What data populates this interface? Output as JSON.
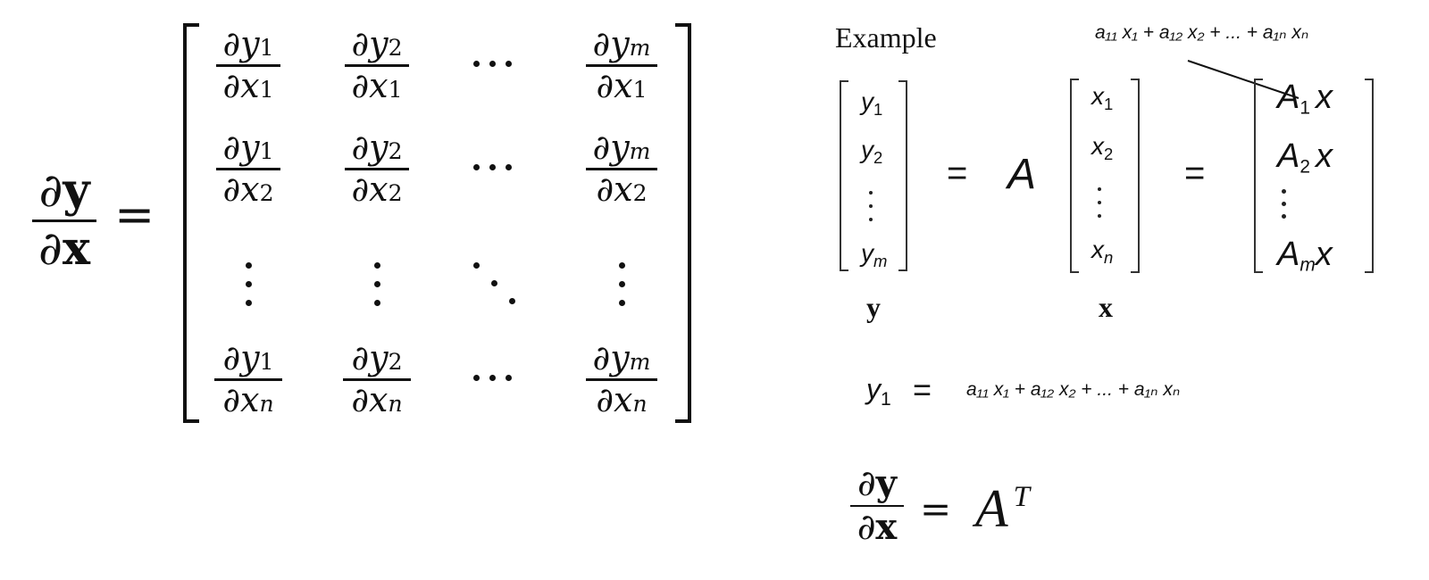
{
  "lhs": {
    "partial": "∂",
    "y": "y",
    "x": "x",
    "eq": "="
  },
  "matrix": {
    "rows": [
      [
        {
          "num_y": "y",
          "num_sub": "1",
          "den_sub": "1"
        },
        {
          "num_y": "y",
          "num_sub": "2",
          "den_sub": "1"
        },
        {
          "num_y": "y",
          "num_sub": "m",
          "den_sub": "1"
        }
      ],
      [
        {
          "num_y": "y",
          "num_sub": "1",
          "den_sub": "2"
        },
        {
          "num_y": "y",
          "num_sub": "2",
          "den_sub": "2"
        },
        {
          "num_y": "y",
          "num_sub": "m",
          "den_sub": "2"
        }
      ],
      [
        {
          "num_y": "y",
          "num_sub": "1",
          "den_sub": "n"
        },
        {
          "num_y": "y",
          "num_sub": "2",
          "den_sub": "n"
        },
        {
          "num_y": "y",
          "num_sub": "m",
          "den_sub": "n"
        }
      ]
    ],
    "x_var": "x",
    "partial": "∂"
  },
  "example": {
    "title": "Example",
    "annotation": "a₁₁ x₁ + a₁₂ x₂ + ... + a₁ₙ xₙ",
    "y_vec": {
      "entries": [
        "y",
        "y",
        "y"
      ],
      "subs": [
        "1",
        "2",
        "m"
      ],
      "label": "y"
    },
    "eq1": "=",
    "A": "A",
    "x_vec": {
      "entries": [
        "x",
        "x",
        "x"
      ],
      "subs": [
        "1",
        "2",
        "n"
      ],
      "label": "x"
    },
    "eq2": "=",
    "rhs_vec": {
      "A": "A",
      "x": "x",
      "subs": [
        "1",
        "2",
        "m"
      ]
    },
    "scalar_eq": {
      "lhs": "y",
      "lhs_sub": "1",
      "eq": "=",
      "rhs": "a₁₁ x₁ + a₁₂ x₂ + ... + a₁ₙ xₙ"
    },
    "result": {
      "partial": "∂",
      "y": "y",
      "x": "x",
      "eq": "=",
      "A": "A",
      "sup": "T"
    }
  }
}
